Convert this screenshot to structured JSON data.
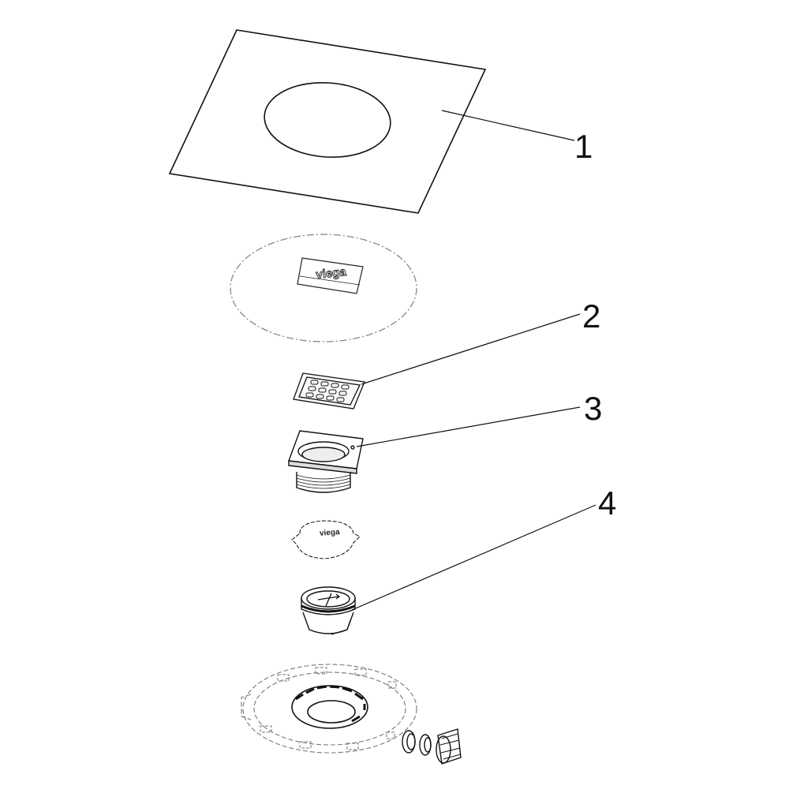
{
  "diagram": {
    "callouts": [
      {
        "label": "1",
        "part": "sealing-sleeve"
      },
      {
        "label": "2",
        "part": "grating"
      },
      {
        "label": "3",
        "part": "grating-frame-with-thread"
      },
      {
        "label": "4",
        "part": "odour-trap-insert"
      }
    ],
    "brand_marks": [
      "viega",
      "viega"
    ]
  },
  "colors": {
    "line": "#111111",
    "dashed": "#888888",
    "background": "#ffffff"
  }
}
